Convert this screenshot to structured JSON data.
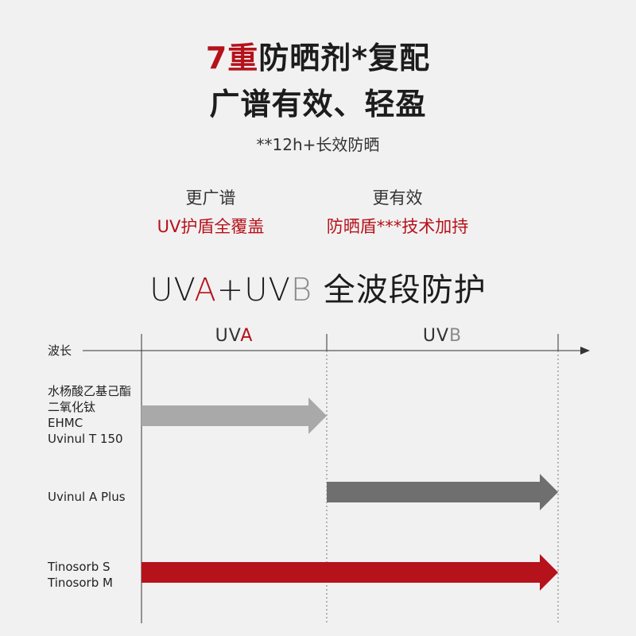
{
  "header": {
    "line1_red": "7重",
    "line1_rest": "防晒剂*复配",
    "line2": "广谱有效、轻盈",
    "subtitle": "**12h+长效防晒"
  },
  "features": [
    {
      "heading": "更广谱",
      "detail": "UV护盾全覆盖"
    },
    {
      "heading": "更有效",
      "detail": "防晒盾***技术加持"
    }
  ],
  "uv_title": {
    "uv1": "UV",
    "a": "A",
    "plus": "+",
    "uv2": "UV",
    "b": "B",
    "rest": " 全波段防护"
  },
  "diagram": {
    "axis_label": "波长",
    "bands": [
      {
        "prefix": "UV",
        "letter": "A",
        "letter_color": "#b5121b"
      },
      {
        "prefix": "UV",
        "letter": "B",
        "letter_color": "#8a8a8a"
      }
    ],
    "rows": [
      {
        "labels": [
          "水杨酸乙基己酯",
          "二氧化钛",
          "EHMC",
          "Uvinul T 150"
        ],
        "coverage": [
          "UVA"
        ],
        "color": "#a9a9a9"
      },
      {
        "labels": [
          "Uvinul A Plus"
        ],
        "coverage": [
          "UVB"
        ],
        "color": "#6f6f6f"
      },
      {
        "labels": [
          "Tinosorb S",
          "Tinosorb M"
        ],
        "coverage": [
          "UVA",
          "UVB"
        ],
        "color": "#b5121b"
      }
    ]
  }
}
